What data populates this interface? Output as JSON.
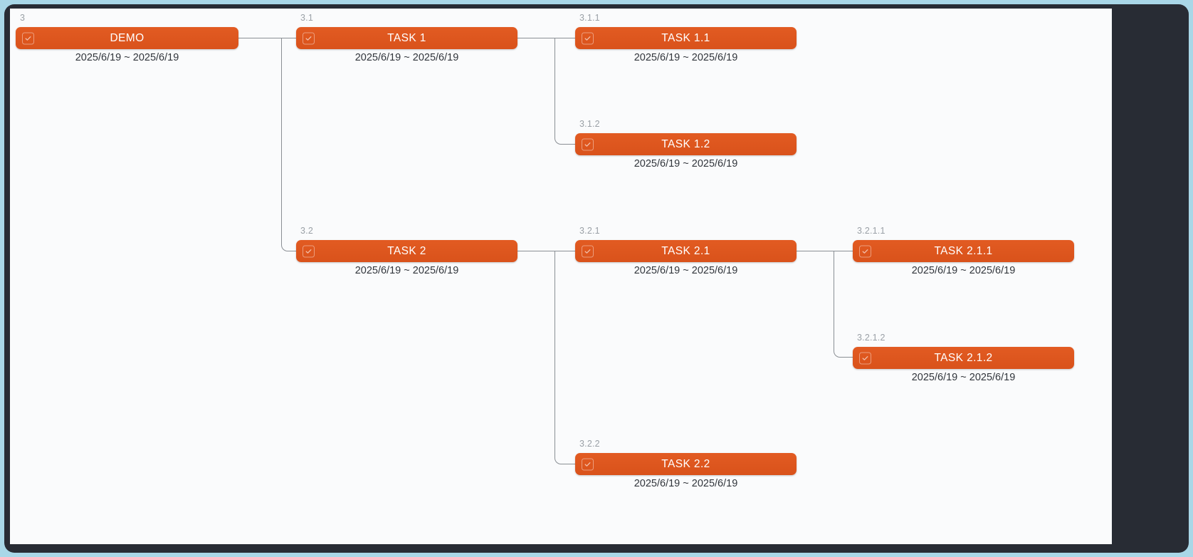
{
  "app": {
    "canvas_background": "#fafbfc",
    "frame_color": "#282c34",
    "page_background": "#a9d7e7",
    "node_color": "#d9531e",
    "connector_color": "#8a8f94",
    "wbs_label_color": "#9aa0a6",
    "date_text_color": "#31353b"
  },
  "chart_data": {
    "type": "table",
    "title": "",
    "description": "Work breakdown structure tree of tasks with date ranges",
    "nodes": [
      {
        "wbs": "3",
        "label": "DEMO",
        "dates": "2025/6/19 ~ 2025/6/19",
        "icon": "checkbox-checked-icon",
        "level": 0,
        "parent": null
      },
      {
        "wbs": "3.1",
        "label": "TASK 1",
        "dates": "2025/6/19 ~ 2025/6/19",
        "icon": "checkbox-checked-icon",
        "level": 1,
        "parent": "3"
      },
      {
        "wbs": "3.1.1",
        "label": "TASK 1.1",
        "dates": "2025/6/19 ~ 2025/6/19",
        "icon": "checkbox-checked-icon",
        "level": 2,
        "parent": "3.1"
      },
      {
        "wbs": "3.1.2",
        "label": "TASK 1.2",
        "dates": "2025/6/19 ~ 2025/6/19",
        "icon": "checkbox-checked-icon",
        "level": 2,
        "parent": "3.1"
      },
      {
        "wbs": "3.2",
        "label": "TASK 2",
        "dates": "2025/6/19 ~ 2025/6/19",
        "icon": "checkbox-checked-icon",
        "level": 1,
        "parent": "3"
      },
      {
        "wbs": "3.2.1",
        "label": "TASK 2.1",
        "dates": "2025/6/19 ~ 2025/6/19",
        "icon": "checkbox-checked-icon",
        "level": 2,
        "parent": "3.2"
      },
      {
        "wbs": "3.2.1.1",
        "label": "TASK 2.1.1",
        "dates": "2025/6/19 ~ 2025/6/19",
        "icon": "checkbox-checked-icon",
        "level": 3,
        "parent": "3.2.1"
      },
      {
        "wbs": "3.2.1.2",
        "label": "TASK 2.1.2",
        "dates": "2025/6/19 ~ 2025/6/19",
        "icon": "checkbox-checked-icon",
        "level": 3,
        "parent": "3.2.1"
      },
      {
        "wbs": "3.2.2",
        "label": "TASK 2.2",
        "dates": "2025/6/19 ~ 2025/6/19",
        "icon": "checkbox-checked-icon",
        "level": 2,
        "parent": "3.2"
      }
    ]
  }
}
